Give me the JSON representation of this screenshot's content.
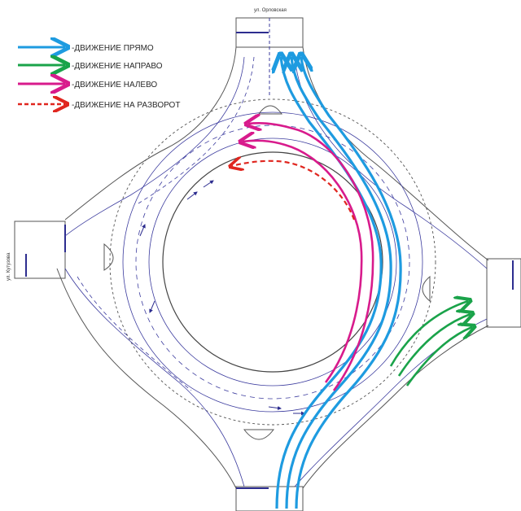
{
  "legend": {
    "items": [
      {
        "label": "-ДВИЖЕНИЕ ПРЯМО",
        "color": "#1e9be0",
        "style": "solid"
      },
      {
        "label": "-ДВИЖЕНИЕ НАПРАВО",
        "color": "#1aa34a",
        "style": "solid"
      },
      {
        "label": "-ДВИЖЕНИЕ НАЛЕВО",
        "color": "#d81b8c",
        "style": "solid"
      },
      {
        "label": "-ДВИЖЕНИЕ НА РАЗВОРОТ",
        "color": "#e0261f",
        "style": "dashed"
      }
    ]
  },
  "streets": {
    "north": "ул. Орловская",
    "west": "ул. Кутузова"
  },
  "colors": {
    "road_edge": "#555555",
    "lane_mark": "#3b3b9e",
    "background": "#ffffff"
  }
}
